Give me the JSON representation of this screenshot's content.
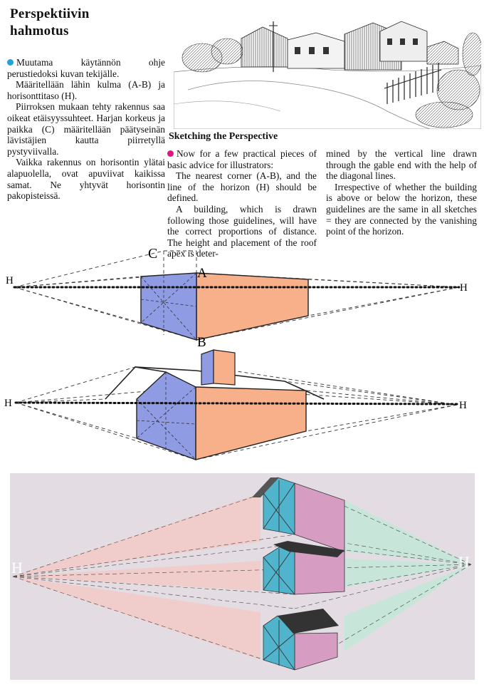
{
  "article": {
    "title_fi_line1": "Perspektiivin",
    "title_fi_line2": "hahmotus",
    "fi_paragraphs": [
      "Muutama käytännön ohje perustiedoksi kuvan tekijälle.",
      "Määritellään lähin kulma (A-B) ja horisonttitaso (H).",
      "Piirroksen mukaan tehty rakennus saa oikeat etäisyyssuhteet. Harjan korkeus ja paikka (C) määritellään päätyseinän lävistäjien kautta piirretyllä pystyviivalla.",
      "Vaikka rakennus on horisontin ylätai alapuolella, ovat apuviivat kaikissa samat. Ne yhtyvät horisontin pakopisteissä."
    ],
    "title_en": "Sketching the Perspective",
    "en_col1": [
      "Now for a few practical pieces of basic advice for illustrators:",
      "The nearest corner (A-B), and the line of the horizon (H) should be defined.",
      "A building, which is drawn following those guidelines, will have the correct proportions of distance. The height and placement of the roof apex is deter-"
    ],
    "en_col2": [
      "mined by the vertical line drawn through the gable end with the help of the diagonal lines.",
      "Irrespective of whether the building is above or below the horizon, these guidelines are the same in all sketches = they are connected by the vanishing point of the horizon."
    ],
    "bullet_colors": {
      "fi": "#1fa3dc",
      "en": "#e0157f"
    }
  },
  "diagram": {
    "labels": {
      "c": "C",
      "a": "A",
      "b": "B",
      "h": "H"
    },
    "colors": {
      "gable": "#8f9ce4",
      "side": "#f7b08a",
      "outline": "#222222",
      "horizon": "#111111",
      "photo_bg": "#e3dde3",
      "photo_gable": "#4fb4cc",
      "photo_side": "#d69cc2",
      "photo_pink_rays": "#f2c8c4",
      "photo_green_rays": "#c4e6d8"
    }
  }
}
